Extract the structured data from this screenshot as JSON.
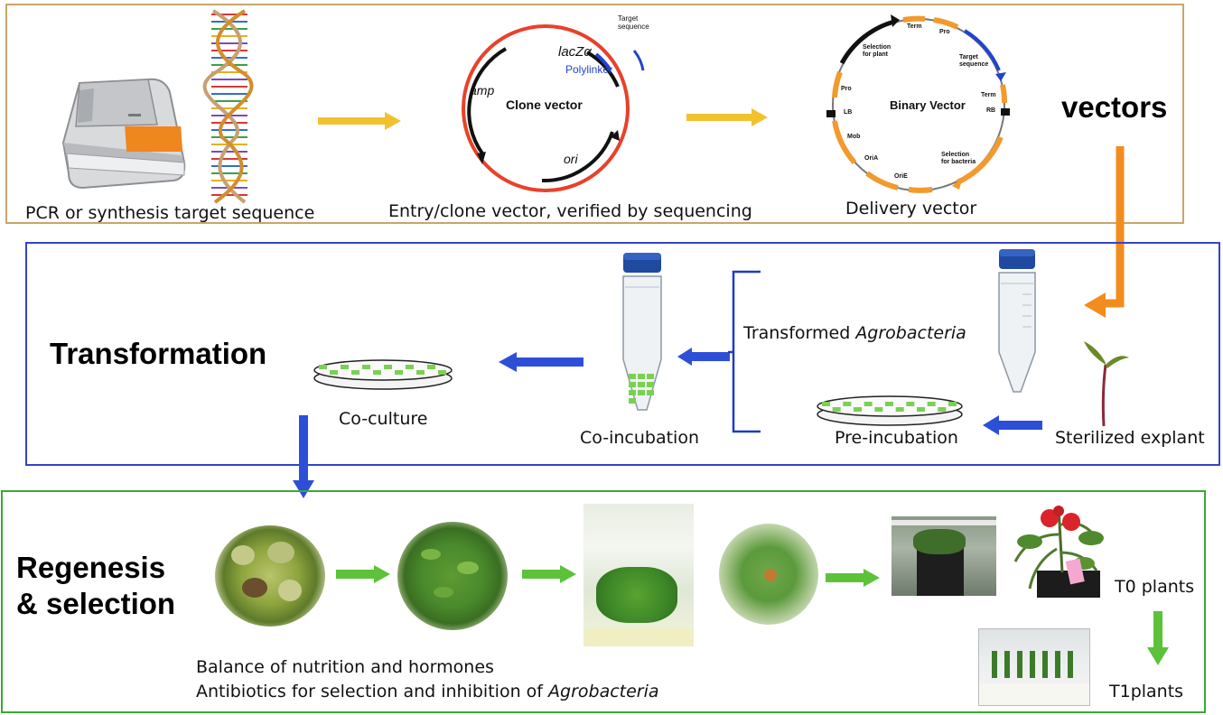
{
  "colors": {
    "vectors_border": "#c8a66a",
    "transformation_border": "#3444c8",
    "selection_border": "#3aaa35",
    "arrow_yellow": "#f2c12e",
    "arrow_orange": "#f28c1e",
    "arrow_blue": "#2d4fd8",
    "arrow_green": "#5cc23a",
    "vector_red": "#e8412a",
    "gene_orange": "#f29a2e",
    "polylinker_blue": "#2244cc"
  },
  "vectors_section": {
    "title": "vectors",
    "pcr_caption": "PCR or synthesis target sequence",
    "clone_caption": "Entry/clone vector, verified by sequencing",
    "delivery_caption": "Delivery vector",
    "clone_vector": {
      "name": "Clone vector",
      "lacz": "lacZα",
      "polylinker": "Polylinker",
      "target_line1": "Target",
      "target_line2": "sequence",
      "amp": "amp",
      "ori": "ori"
    },
    "binary_vector": {
      "name": "Binary Vector",
      "term_top": "Term",
      "pro_top": "Pro",
      "selection_plant_1": "Selection",
      "selection_plant_2": "for plant",
      "target_1": "Target",
      "target_2": "sequence",
      "pro_left": "Pro",
      "term_right": "Term",
      "lb": "LB",
      "rb": "RB",
      "mob": "Mob",
      "oria": "OriA",
      "orie": "OriE",
      "selection_bacteria_1": "Selection",
      "selection_bacteria_2": "for bacteria"
    },
    "icons": [
      "pcr-machine-icon",
      "dna-helix-icon"
    ]
  },
  "transformation_section": {
    "title": "Transformation",
    "transformed_prefix": "Transformed ",
    "transformed_italic": "Agrobacteria",
    "co_culture": "Co-culture",
    "co_incubation": "Co-incubation",
    "pre_incubation": "Pre-incubation",
    "sterilized_explant": "Sterilized explant",
    "icons": [
      "petri-dish-icon",
      "centrifuge-tube-icon",
      "seedling-icon",
      "bracket-icon"
    ]
  },
  "selection_section": {
    "title_line1": "Regenesis",
    "title_line2": "& selection",
    "caption_line1": "Balance of nutrition and hormones",
    "caption_line2_prefix": "Antibiotics for selection and inhibition of ",
    "caption_line2_italic": "Agrobacteria",
    "t0_label": "T0 plants",
    "t1_label": "T1plants",
    "icons": [
      "callus-plate-photo",
      "shoot-plate-photo",
      "jar-plantlet-photo",
      "rooting-plate-photo",
      "potted-plant-photo",
      "tomato-plant-photo",
      "seedling-box-photo"
    ]
  }
}
